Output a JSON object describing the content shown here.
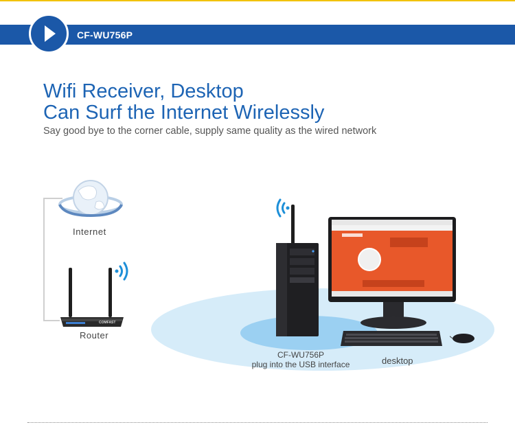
{
  "banner": {
    "title": "CF-WU756P"
  },
  "headline": {
    "line1": "Wifi Receiver, Desktop",
    "line2": "Can Surf the Internet Wirelessly"
  },
  "subtitle": "Say good bye to the corner cable, supply same quality as the wired network",
  "diagram": {
    "internet_label": "Internet",
    "router_label": "Router",
    "router_brand": "COMFAST",
    "device_label_line1": "CF-WU756P",
    "device_label_line2": "plug into the USB interface",
    "desktop_label": "desktop"
  },
  "colors": {
    "banner": "#1b58a8",
    "headline": "#1d64b4",
    "accent_line": "#f2c200",
    "ground": "#d6ecf9"
  }
}
